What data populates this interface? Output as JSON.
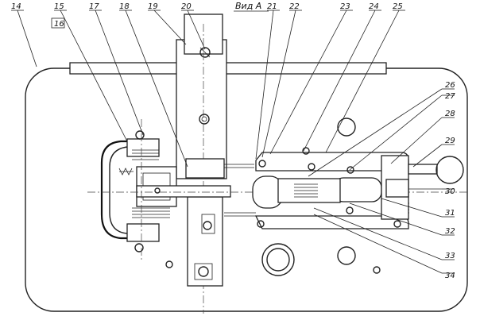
{
  "view_title": "Вид А",
  "callouts": [
    "14",
    "15",
    "16",
    "17",
    "18",
    "19",
    "20",
    "21",
    "22",
    "23",
    "24",
    "25",
    "26",
    "27",
    "28",
    "29",
    "30",
    "31",
    "32",
    "33",
    "34"
  ]
}
